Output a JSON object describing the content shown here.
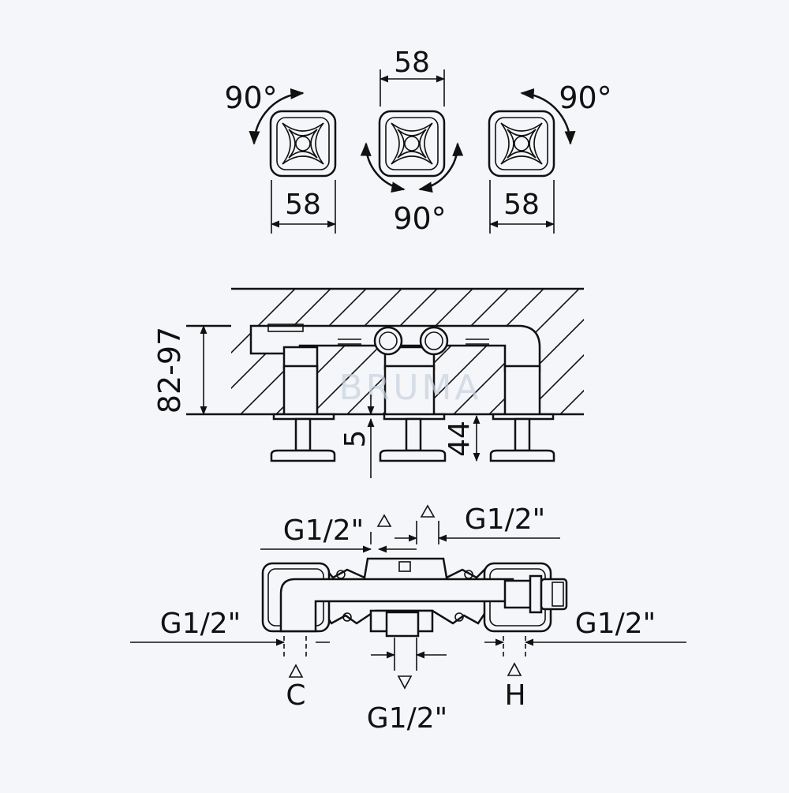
{
  "colors": {
    "background": "#f4f6f9",
    "ink": "#111111"
  },
  "handles": {
    "left": {
      "rotation": "90°",
      "width": "58"
    },
    "center": {
      "rotation": "90°",
      "width": "58"
    },
    "right": {
      "rotation": "90°",
      "width": "58"
    }
  },
  "side_view": {
    "depth_range": "82-97",
    "plate_gap": "5",
    "handle_projection": "44",
    "watermark": "BRUMA"
  },
  "plan_view": {
    "top_left_port": "G1/2\"",
    "top_right_port": "G1/2\"",
    "left_inlet": "G1/2\"",
    "right_inlet": "G1/2\"",
    "bottom_outlet": "G1/2\"",
    "cold_marker": "C",
    "hot_marker": "H"
  }
}
